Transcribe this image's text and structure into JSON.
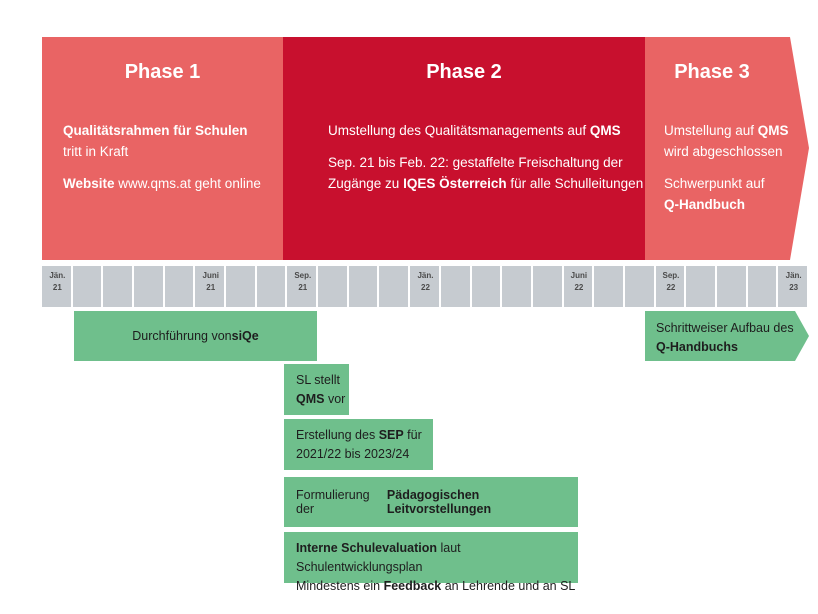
{
  "phases": [
    {
      "title": "Phase 1",
      "lines": [
        {
          "b": "Qualitätsrahmen für Schulen"
        },
        {
          "t": "tritt in Kraft"
        },
        {
          "b": "Website",
          "t": " www.qms.at geht online"
        }
      ]
    },
    {
      "title": "Phase 2",
      "l1": "Umstellung des Qualitätsmanagements auf ",
      "l1b": "QMS",
      "l2": "Sep. 21 bis Feb. 22: gestaffelte Freischaltung der",
      "l3a": "Zugänge zu ",
      "l3b": "IQES Österreich",
      "l3c": " für alle Schulleitungen"
    },
    {
      "title": "Phase 3",
      "l1": "Umstellung auf ",
      "l1b": "QMS",
      "l2": "wird abgeschlossen",
      "l3": "Schwerpunkt  auf",
      "l4b": "Q-Handbuch"
    }
  ],
  "timeline": {
    "ticks": [
      {
        "idx": 0,
        "top": "Jän.",
        "bottom": "21"
      },
      {
        "idx": 5,
        "top": "Juni",
        "bottom": "21"
      },
      {
        "idx": 8,
        "top": "Sep.",
        "bottom": "21"
      },
      {
        "idx": 12,
        "top": "Jän.",
        "bottom": "22"
      },
      {
        "idx": 17,
        "top": "Juni",
        "bottom": "22"
      },
      {
        "idx": 20,
        "top": "Sep.",
        "bottom": "22"
      },
      {
        "idx": 24,
        "top": "Jän.",
        "bottom": "23"
      }
    ]
  },
  "bars": {
    "siqe": {
      "t": "Durchführung von ",
      "b": "siQe"
    },
    "qhand": {
      "l1": "Schrittweiser Aufbau des",
      "l2b": "Q-Handbuchs"
    },
    "sl": {
      "l1": "SL stellt",
      "l2b": "QMS",
      "l2": " vor"
    },
    "sep": {
      "l1": "Erstellung des ",
      "l1b": "SEP",
      "l1c": " für",
      "l2": "2021/22 bis 2023/24"
    },
    "leit": {
      "t": "Formulierung der ",
      "b": "Pädagogischen Leitvorstellungen"
    },
    "eval": {
      "l1b": "Interne Schulevaluation",
      "l1": " laut Schulentwicklungsplan",
      "l2a": "Mindestens ein ",
      "l2b": "Feedback",
      "l2c": " an Lehrende und an SL"
    }
  }
}
